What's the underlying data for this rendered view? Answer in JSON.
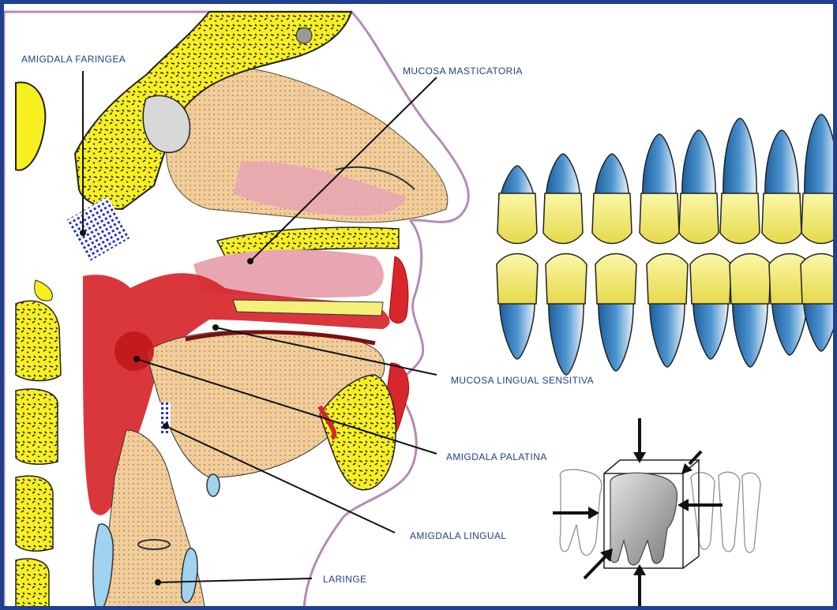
{
  "colors": {
    "frame": "#1f3f8f",
    "label_text": "#1f3f8f",
    "bone": "#f7f020",
    "soft_tissue": "#f2cd9a",
    "mucosa_pink": "#e8a6b2",
    "mucosa_red": "#d7262c",
    "tonsil_dots": "#1e2fd0",
    "enamel": "#f5f07a",
    "root": "#2f77b8",
    "cartilage": "#9fd3f0"
  },
  "labels": {
    "amigdala_faringea": "AMIGDALA FARINGEA",
    "mucosa_masticatoria": "MUCOSA MASTICATORIA",
    "mucosa_lingual_sensitiva": "MUCOSA LINGUAL SENSITIVA",
    "amigdala_palatina": "AMIGDALA PALATINA",
    "amigdala_lingual": "AMIGDALA LINGUAL",
    "laringe": "LARINGE"
  },
  "icons": [
    "head-sagittal-section",
    "dental-arch",
    "tooth-cube-arrows",
    "arrow-icon"
  ]
}
